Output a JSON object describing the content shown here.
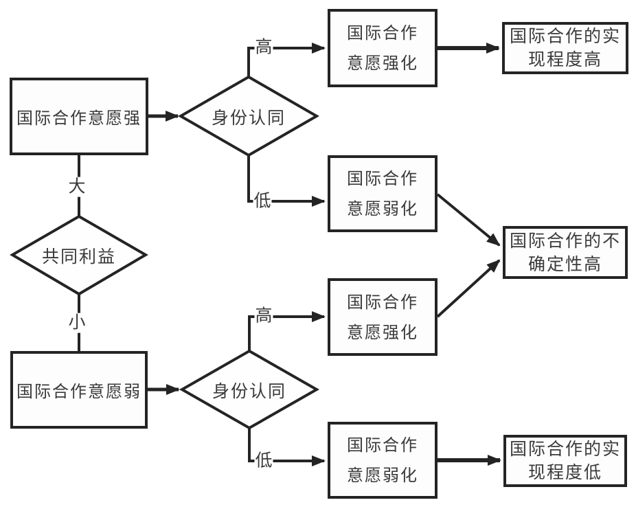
{
  "diagram": {
    "title_hint": "international-cooperation-flowchart",
    "nodes": {
      "will_strong": {
        "label": "国际合作意愿强"
      },
      "will_weak": {
        "label": "国际合作意愿弱"
      },
      "common_interest": {
        "label": "共同利益"
      },
      "identity_top": {
        "label": "身份认同"
      },
      "identity_bottom": {
        "label": "身份认同"
      },
      "strengthen_top": {
        "label": "国际合作\n意愿强化"
      },
      "weaken_top": {
        "label": "国际合作\n意愿弱化"
      },
      "strengthen_bottom": {
        "label": "国际合作\n意愿强化"
      },
      "weaken_bottom": {
        "label": "国际合作\n意愿弱化"
      },
      "outcome_high": {
        "label": "国际合作的实\n现程度高"
      },
      "outcome_uncertain": {
        "label": "国际合作的不\n确定性高"
      },
      "outcome_low": {
        "label": "国际合作的实\n现程度低"
      }
    },
    "edge_labels": {
      "interest_big": "大",
      "interest_small": "小",
      "identity_top_high": "高",
      "identity_top_low": "低",
      "identity_bottom_high": "高",
      "identity_bottom_low": "低"
    },
    "colors": {
      "line": "#242424",
      "text": "#3a3a3a",
      "background": "#ffffff"
    }
  }
}
